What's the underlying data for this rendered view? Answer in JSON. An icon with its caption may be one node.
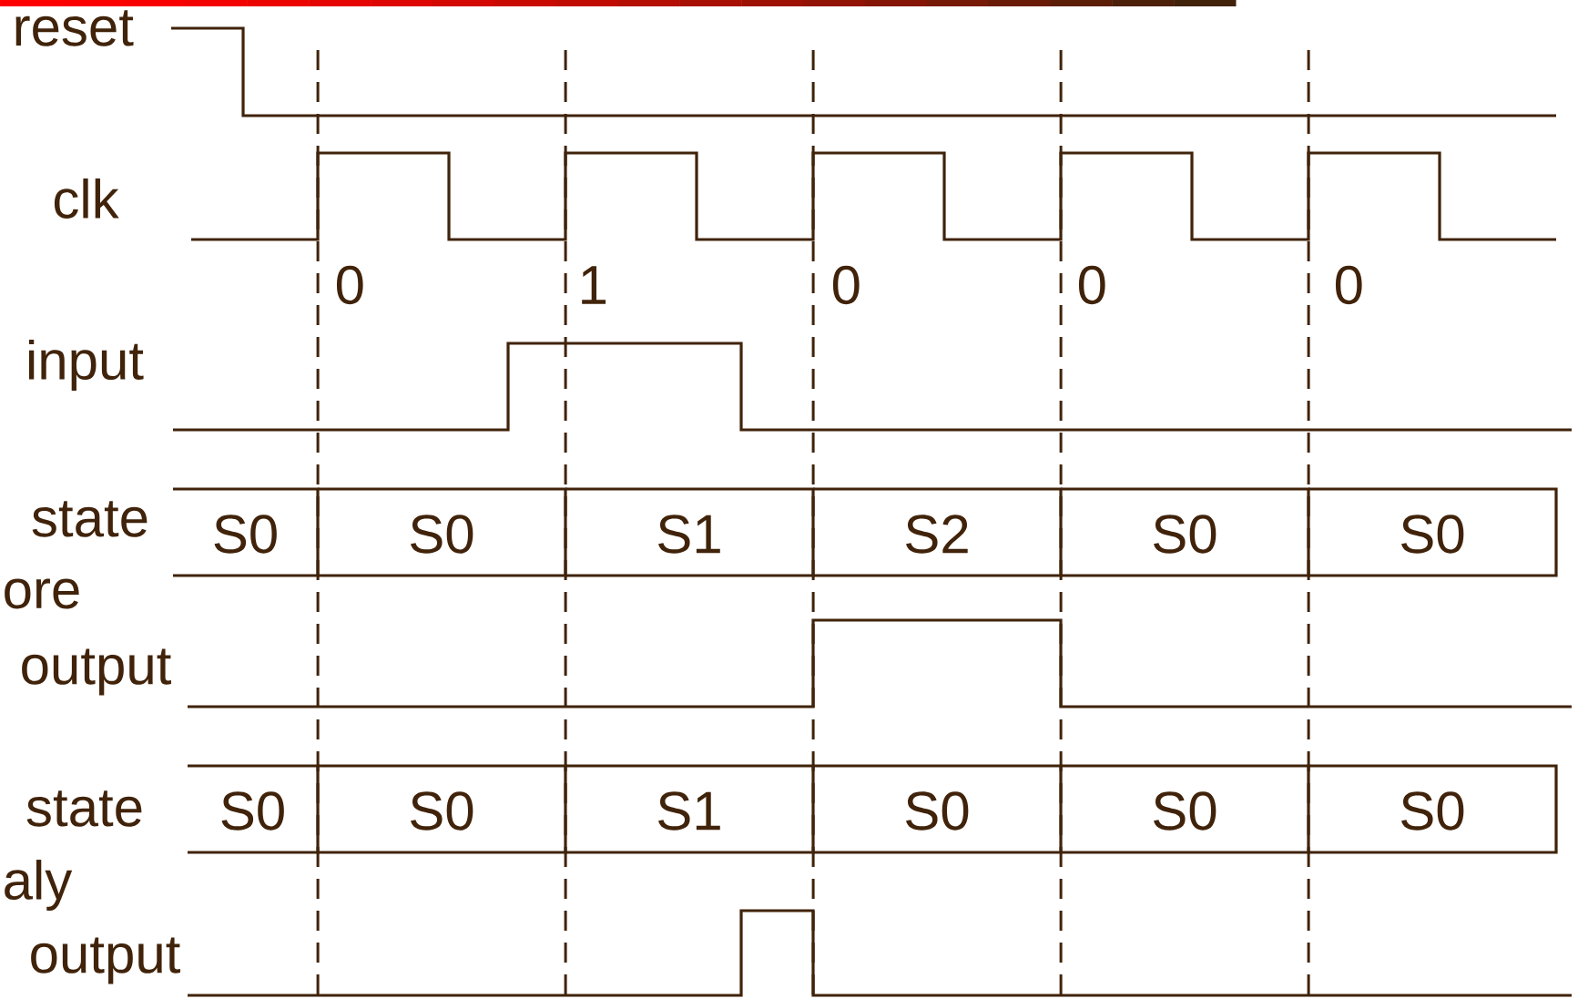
{
  "diagram": {
    "nodes": [
      {
        "text": [
          "S0"
        ]
      },
      {
        "text": [
          "S0"
        ]
      },
      {
        "text": [
          "S1"
        ]
      },
      {
        "text": [
          "S2"
        ]
      },
      {
        "text": [
          "S0"
        ]
      },
      {
        "text": [
          "S0"
        ]
      },
      {
        "text": [
          "S0"
        ]
      },
      {
        "text": [
          "S0"
        ]
      },
      {
        "text": [
          "S1"
        ]
      },
      {
        "text": [
          "S0"
        ]
      },
      {
        "text": [
          "S0"
        ]
      },
      {
        "text": [
          "S0"
        ]
      }
    ],
    "labels": [
      "reset",
      "clk",
      "0",
      "1",
      "0",
      "0",
      "0",
      "input",
      "state",
      "ore",
      "output",
      "state",
      "aly",
      "output"
    ]
  }
}
